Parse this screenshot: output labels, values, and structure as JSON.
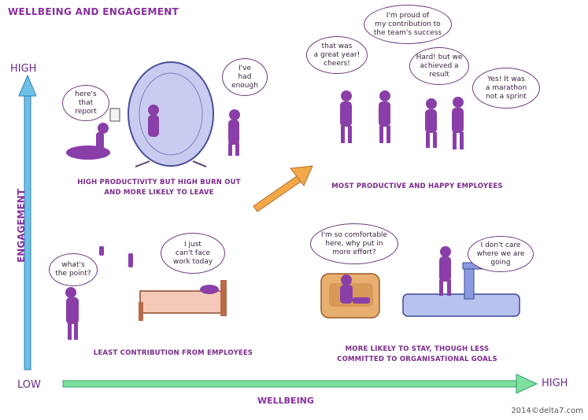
{
  "title": "WELLBEING AND ENGAGEMENT",
  "axes": {
    "y_label": "ENGAGEMENT",
    "y_high": "HIGH",
    "x_label": "WELLBEING",
    "x_low": "LOW",
    "x_high": "HIGH"
  },
  "quadrants": {
    "top_left": {
      "caption_line1": "HIGH PRODUCTIVITY BUT HIGH BURN OUT",
      "caption_line2": "AND MORE LIKELY TO LEAVE",
      "bubbles": [
        "here's\nthat\nreport",
        "I've\nhad\nenough"
      ]
    },
    "top_right": {
      "caption": "MOST PRODUCTIVE AND HAPPY EMPLOYEES",
      "bubbles": [
        "that was\na great year!\ncheers!",
        "I'm proud of\nmy contribution to\nthe team's success",
        "Hard! but we\nachieved a\nresult",
        "Yes! It was\na marathon\nnot a sprint"
      ]
    },
    "bottom_left": {
      "caption": "LEAST CONTRIBUTION FROM EMPLOYEES",
      "bubbles": [
        "what's\nthe point?",
        "I just\ncan't face\nwork today"
      ]
    },
    "bottom_right": {
      "caption_line1": "MORE LIKELY TO STAY, THOUGH LESS",
      "caption_line2": "COMMITTED TO ORGANISATIONAL GOALS",
      "bubbles": [
        "I'm so comfortable\nhere, why put in\nmore effort?",
        "I don't care\nwhere we are\ngoing"
      ]
    }
  },
  "copyright": "2014©delta7.com",
  "colors": {
    "figure": "#8a3fa8",
    "y_axis": "#3aa6d8",
    "x_axis": "#4fd080",
    "diagonal_arrow": "#f0a040",
    "text": "#7a2a8c"
  }
}
